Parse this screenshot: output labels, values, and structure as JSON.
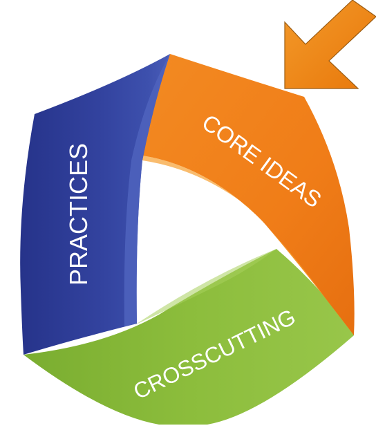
{
  "diagram": {
    "segments": [
      {
        "id": "practices",
        "label": "PRACTICES",
        "color": "#2e3d99"
      },
      {
        "id": "core-ideas",
        "label": "CORE IDEAS",
        "color": "#f07f1c"
      },
      {
        "id": "crosscutting",
        "label": "CROSSCUTTING",
        "color": "#86b83a"
      }
    ],
    "arrow": {
      "icon": "arrow-down-left-icon",
      "color": "#ee7f00"
    }
  }
}
